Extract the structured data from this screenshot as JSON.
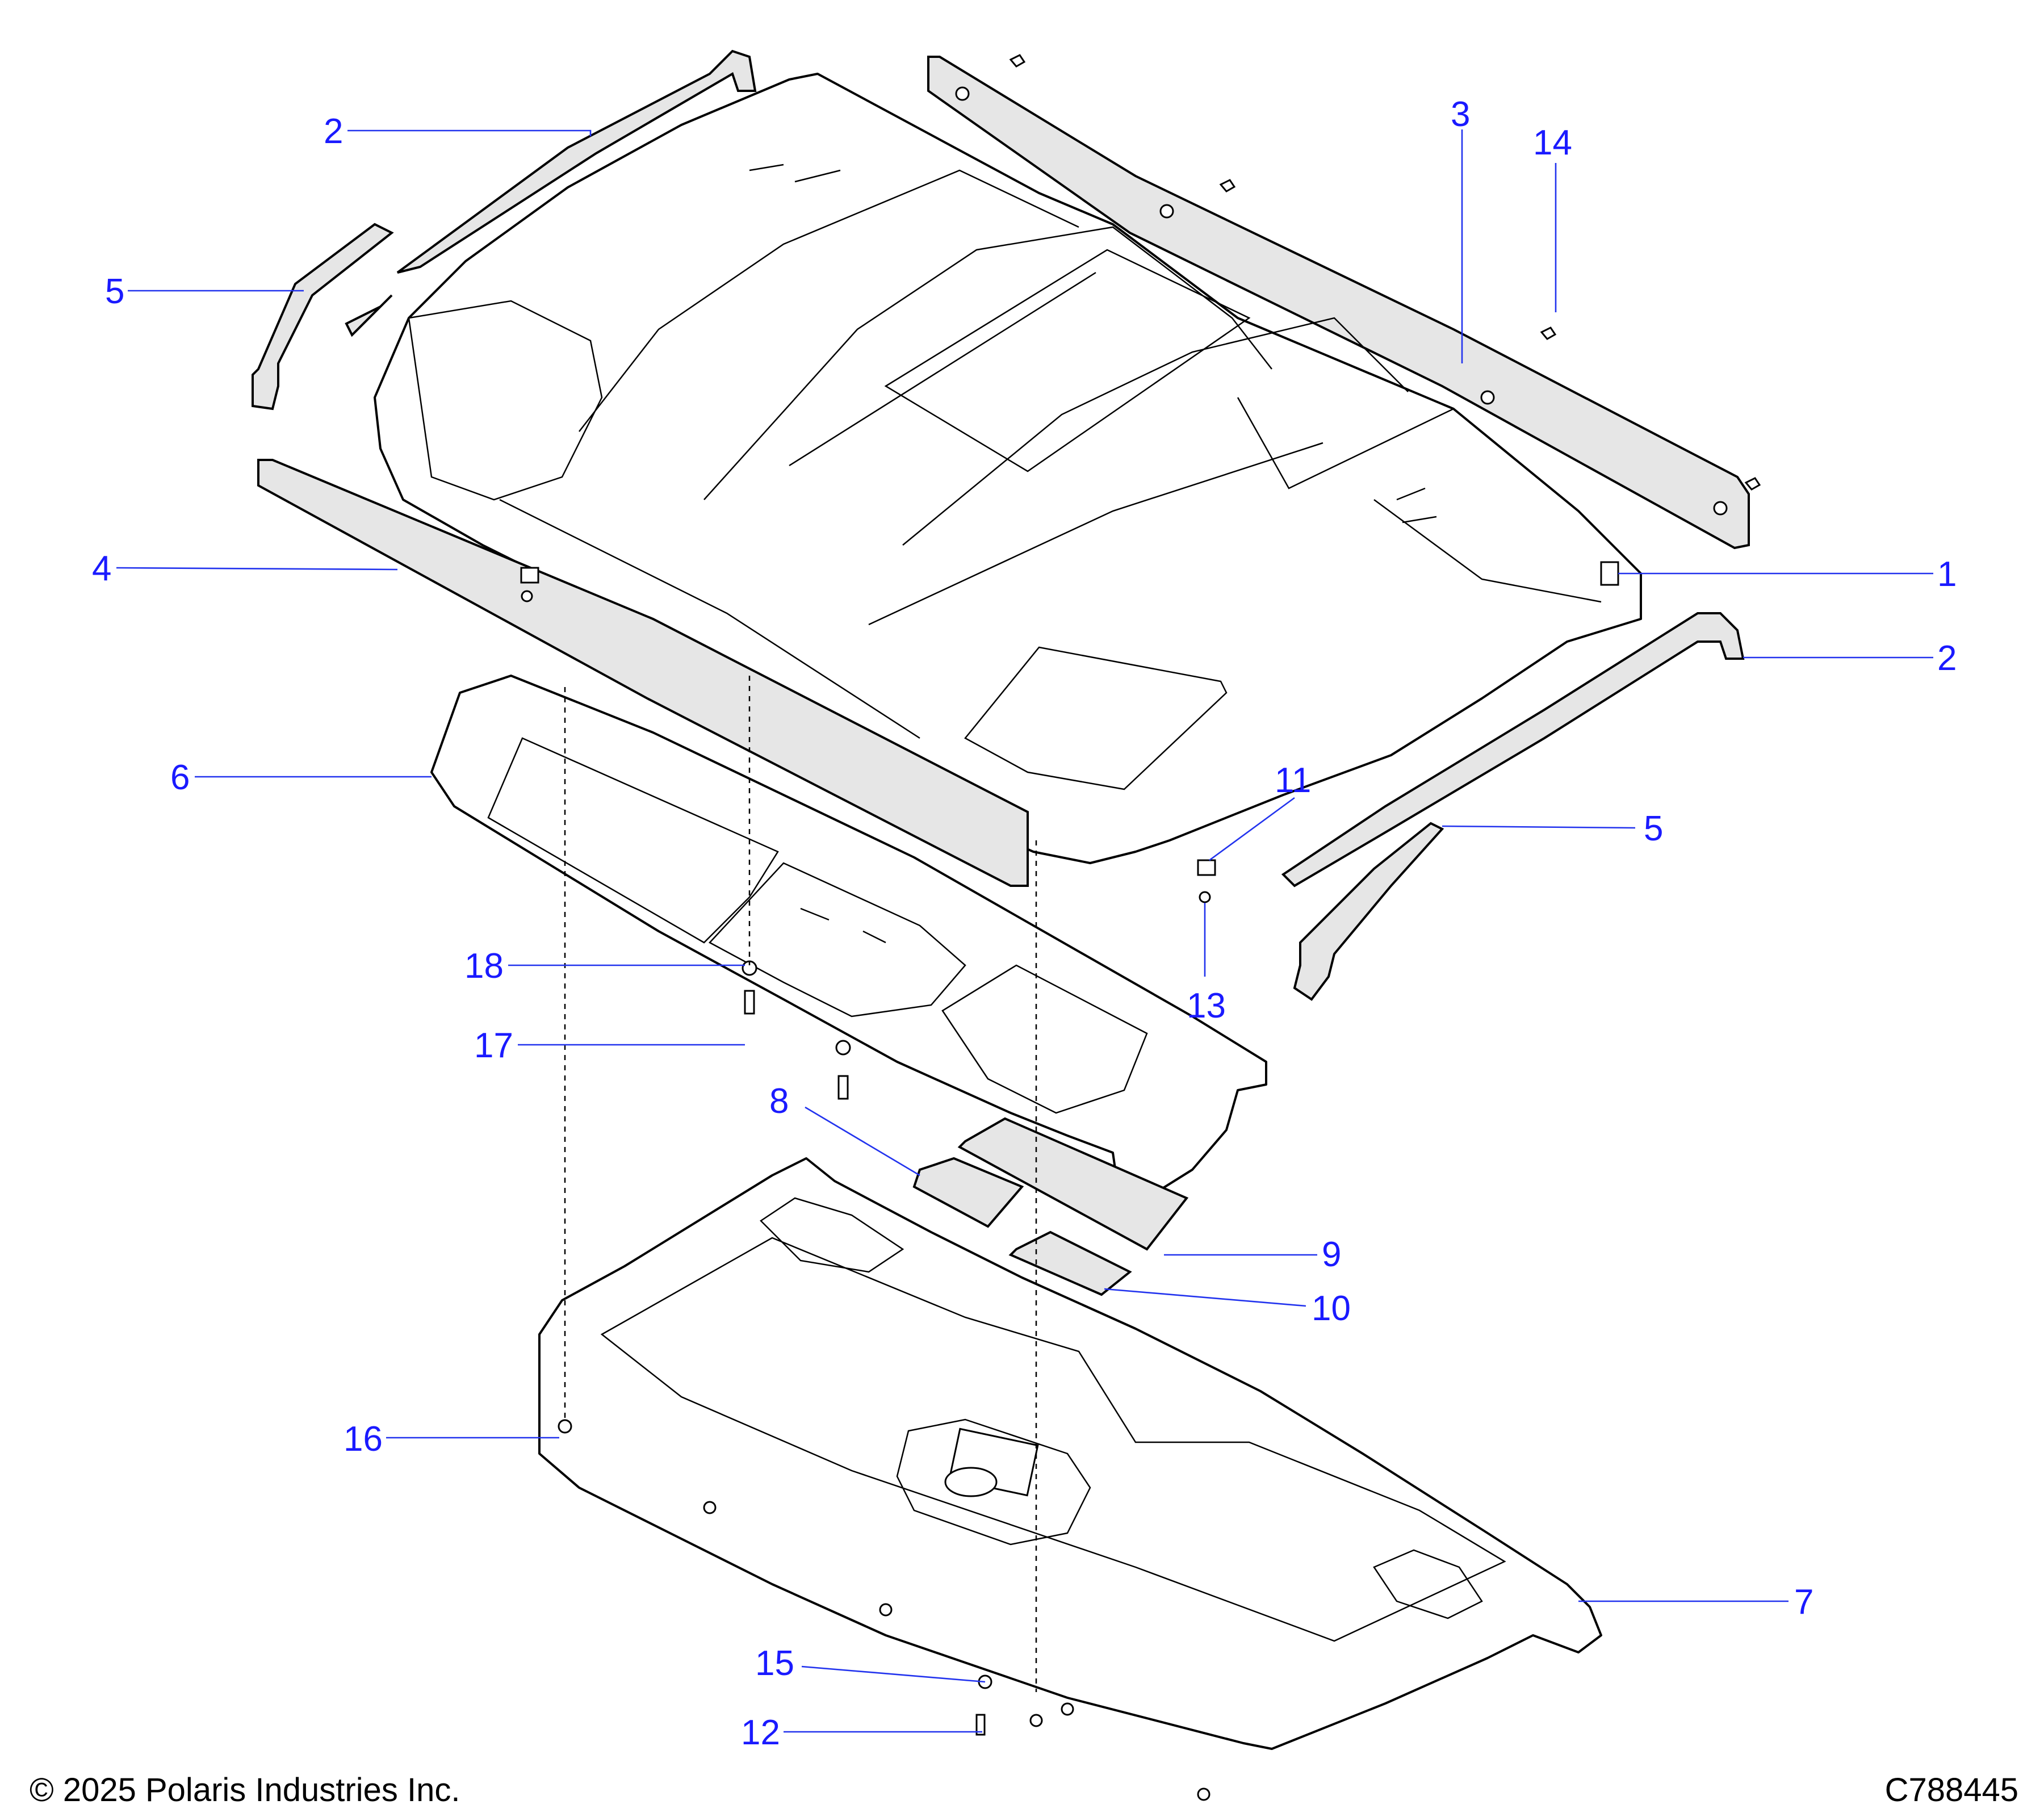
{
  "callouts": {
    "c1": "1",
    "c2a": "2",
    "c2b": "2",
    "c3": "3",
    "c4": "4",
    "c5a": "5",
    "c5b": "5",
    "c6": "6",
    "c7": "7",
    "c8": "8",
    "c9": "9",
    "c10": "10",
    "c11": "11",
    "c12": "12",
    "c13": "13",
    "c14": "14",
    "c15": "15",
    "c16": "16",
    "c17": "17",
    "c18": "18"
  },
  "footer": {
    "copyright": "© 2025 Polaris Industries Inc.",
    "drawing_id": "C788445"
  },
  "colors": {
    "callout": "#1a1aff",
    "linework": "#000000",
    "background": "#ffffff"
  }
}
